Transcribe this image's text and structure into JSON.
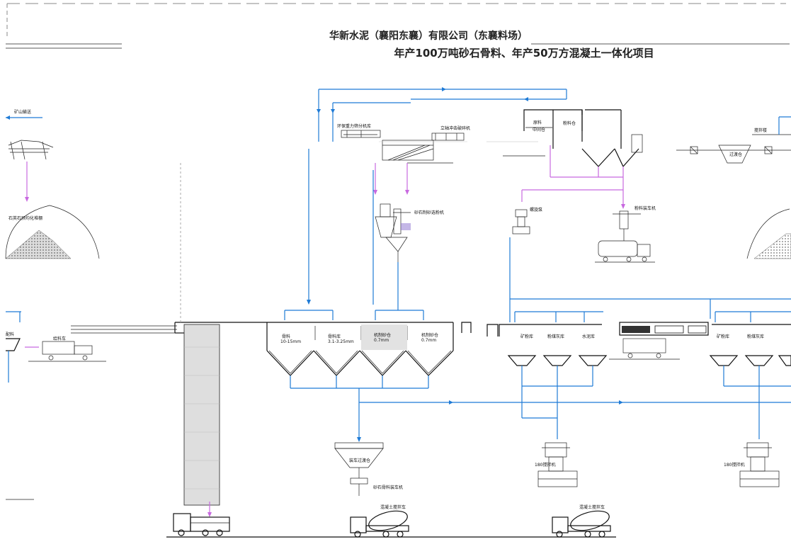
{
  "title": {
    "line1": "华新水泥（襄阳东襄）有限公司（东襄料场）",
    "line2": "年产100万吨砂石骨料、年产50万方混凝土一体化项目"
  },
  "labels": {
    "mine_transport": "矿山输送",
    "stockpile": "石英石预均化堆棚",
    "screen_plant": "环保重力筛分机库",
    "stone_crusher": "立轴冲击破碎机",
    "sand_maker": "砂石制砂选粉机",
    "raw_bin": "原料",
    "mid_bin": "中间仓",
    "pow_bin": "粉料仓",
    "screw_conveyor": "螺旋泵",
    "powder_truck_loader": "粉料装车机",
    "filter_bin": "过渡仓",
    "mixer_top": "搅拌楼",
    "bin1": "骨料",
    "bin1_size": "10-15mm",
    "bin2": "骨料库",
    "bin2_size": "3.1-3.25mm",
    "bin3": "机制砂仓",
    "bin3_size": "0.7mm",
    "bin4": "机制砂仓",
    "bin4_size": "0.7mm",
    "silo_a": "矿粉库",
    "silo_b": "粉煤灰库",
    "silo_c": "水泥库",
    "silo_d": "矿粉库",
    "silo_e": "粉煤灰库",
    "feed_truck": "给料车",
    "load_bin": "装车过渡仓",
    "aggregate_loader": "砂石骨料装车机",
    "mixer_truck_1": "混凝土搅拌车",
    "mixer_truck_2": "混凝土搅拌车",
    "mixer_1": "180搅拌机",
    "mixer_2": "180搅拌机",
    "left_label": "配料"
  }
}
